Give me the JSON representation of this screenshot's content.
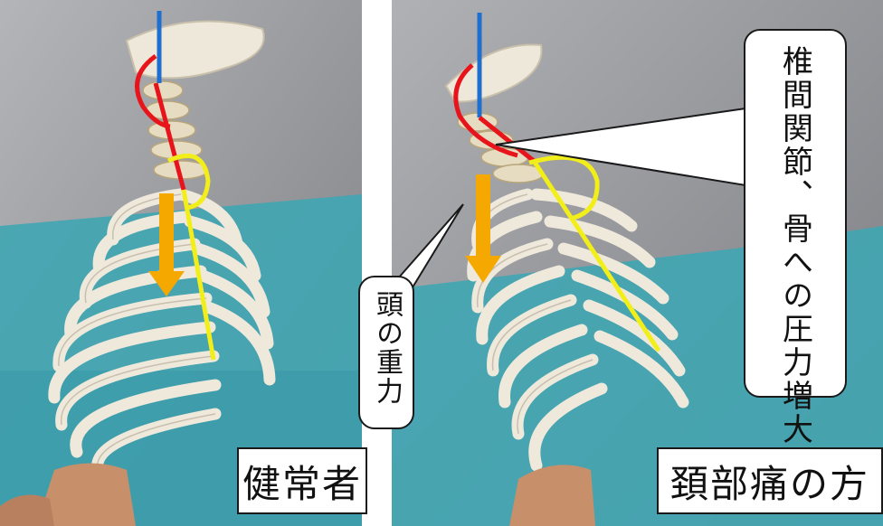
{
  "labels": {
    "healthy": "健常者",
    "neck_pain": "頚部痛の方"
  },
  "callouts": {
    "pressure": "椎間関節、骨への圧力増大",
    "gravity": "頭の重力"
  },
  "colors": {
    "vertical_line": "#1f6fd1",
    "cervical_curve": "#e8141b",
    "thoracic_curve": "#f2ee1a",
    "gravity_arrow": "#f5a800",
    "wall": "#9c9ca0",
    "floor": "#3fa6b3",
    "bone": "#efe9dc"
  }
}
